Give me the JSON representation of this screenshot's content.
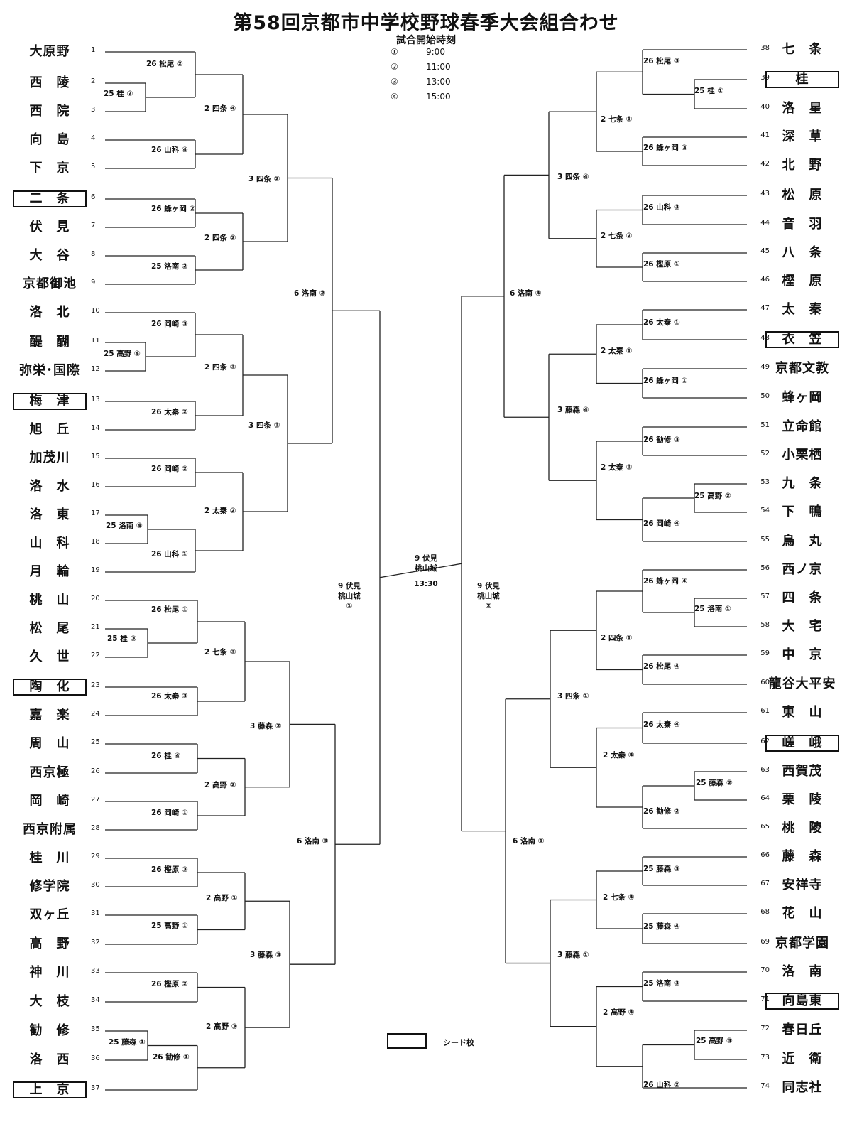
{
  "title": "第58回京都市中学校野球春季大会組合わせ",
  "subtitle": "試合開始時刻",
  "schedule": [
    {
      "mark": "①",
      "time": "9:00"
    },
    {
      "mark": "②",
      "time": "11:00"
    },
    {
      "mark": "③",
      "time": "13:00"
    },
    {
      "mark": "④",
      "time": "15:00"
    }
  ],
  "legend": {
    "label": "シード校"
  },
  "teams": [
    {
      "num": "1",
      "name": "大原野"
    },
    {
      "num": "2",
      "name": "西　陵"
    },
    {
      "num": "3",
      "name": "西　院"
    },
    {
      "num": "4",
      "name": "向　島"
    },
    {
      "num": "5",
      "name": "下　京"
    },
    {
      "num": "6",
      "name": "二　条",
      "seed": true
    },
    {
      "num": "7",
      "name": "伏　見"
    },
    {
      "num": "8",
      "name": "大　谷"
    },
    {
      "num": "9",
      "name": "京都御池"
    },
    {
      "num": "10",
      "name": "洛　北"
    },
    {
      "num": "11",
      "name": "醍　醐"
    },
    {
      "num": "12",
      "name": "弥栄･国際"
    },
    {
      "num": "13",
      "name": "梅　津",
      "seed": true
    },
    {
      "num": "14",
      "name": "旭　丘"
    },
    {
      "num": "15",
      "name": "加茂川"
    },
    {
      "num": "16",
      "name": "洛　水"
    },
    {
      "num": "17",
      "name": "洛　東"
    },
    {
      "num": "18",
      "name": "山　科"
    },
    {
      "num": "19",
      "name": "月　輪"
    },
    {
      "num": "20",
      "name": "桃　山"
    },
    {
      "num": "21",
      "name": "松　尾"
    },
    {
      "num": "22",
      "name": "久　世"
    },
    {
      "num": "23",
      "name": "陶　化",
      "seed": true
    },
    {
      "num": "24",
      "name": "嘉　楽"
    },
    {
      "num": "25",
      "name": "周　山"
    },
    {
      "num": "26",
      "name": "西京極"
    },
    {
      "num": "27",
      "name": "岡　崎"
    },
    {
      "num": "28",
      "name": "西京附属"
    },
    {
      "num": "29",
      "name": "桂　川"
    },
    {
      "num": "30",
      "name": "修学院"
    },
    {
      "num": "31",
      "name": "双ヶ丘"
    },
    {
      "num": "32",
      "name": "高　野"
    },
    {
      "num": "33",
      "name": "神　川"
    },
    {
      "num": "34",
      "name": "大　枝"
    },
    {
      "num": "35",
      "name": "勧　修"
    },
    {
      "num": "36",
      "name": "洛　西"
    },
    {
      "num": "37",
      "name": "上　京",
      "seed": true
    },
    {
      "num": "38",
      "name": "七　条"
    },
    {
      "num": "39",
      "name": "桂",
      "seed": true
    },
    {
      "num": "40",
      "name": "洛　星"
    },
    {
      "num": "41",
      "name": "深　草"
    },
    {
      "num": "42",
      "name": "北　野"
    },
    {
      "num": "43",
      "name": "松　原"
    },
    {
      "num": "44",
      "name": "音　羽"
    },
    {
      "num": "45",
      "name": "八　条"
    },
    {
      "num": "46",
      "name": "樫　原"
    },
    {
      "num": "47",
      "name": "太　秦"
    },
    {
      "num": "48",
      "name": "衣　笠",
      "seed": true
    },
    {
      "num": "49",
      "name": "京都文教"
    },
    {
      "num": "50",
      "name": "蜂ヶ岡"
    },
    {
      "num": "51",
      "name": "立命館"
    },
    {
      "num": "52",
      "name": "小栗栖"
    },
    {
      "num": "53",
      "name": "九　条"
    },
    {
      "num": "54",
      "name": "下　鴨"
    },
    {
      "num": "55",
      "name": "烏　丸"
    },
    {
      "num": "56",
      "name": "西ノ京"
    },
    {
      "num": "57",
      "name": "四　条"
    },
    {
      "num": "58",
      "name": "大　宅"
    },
    {
      "num": "59",
      "name": "中　京"
    },
    {
      "num": "60",
      "name": "龍谷大平安"
    },
    {
      "num": "61",
      "name": "東　山"
    },
    {
      "num": "62",
      "name": "嵯　峨",
      "seed": true
    },
    {
      "num": "63",
      "name": "西賀茂"
    },
    {
      "num": "64",
      "name": "栗　陵"
    },
    {
      "num": "65",
      "name": "桃　陵"
    },
    {
      "num": "66",
      "name": "藤　森"
    },
    {
      "num": "67",
      "name": "安祥寺"
    },
    {
      "num": "68",
      "name": "花　山"
    },
    {
      "num": "69",
      "name": "京都学園"
    },
    {
      "num": "70",
      "name": "洛　南"
    },
    {
      "num": "71",
      "name": "向島東",
      "seed": true
    },
    {
      "num": "72",
      "name": "春日丘"
    },
    {
      "num": "73",
      "name": "近　衛"
    },
    {
      "num": "74",
      "name": "同志社"
    }
  ],
  "matches": [
    {
      "text": "26 松尾 ②"
    },
    {
      "text": "25 桂 ②"
    },
    {
      "text": "2 四条 ④"
    },
    {
      "text": "26 山科 ④"
    },
    {
      "text": "3 四条 ②"
    },
    {
      "text": "26 蜂ヶ岡 ②"
    },
    {
      "text": "2 四条 ②"
    },
    {
      "text": "25 洛南 ②"
    },
    {
      "text": "6 洛南 ②"
    },
    {
      "text": "26 岡崎 ③"
    },
    {
      "text": "25 高野 ④"
    },
    {
      "text": "2 四条 ③"
    },
    {
      "text": "26 太秦 ②"
    },
    {
      "text": "3 四条 ③"
    },
    {
      "text": "26 岡崎 ②"
    },
    {
      "text": "2 太秦 ②"
    },
    {
      "text": "25 洛南 ④"
    },
    {
      "text": "26 山科 ①"
    },
    {
      "text": "26 松尾 ①"
    },
    {
      "text": "25 桂 ③"
    },
    {
      "text": "2 七条 ③"
    },
    {
      "text": "26 太秦 ③"
    },
    {
      "text": "3 藤森 ②"
    },
    {
      "text": "26 桂 ④"
    },
    {
      "text": "2 高野 ②"
    },
    {
      "text": "26 岡崎 ①"
    },
    {
      "text": "6 洛南 ③"
    },
    {
      "text": "26 樫原 ③"
    },
    {
      "text": "2 高野 ①"
    },
    {
      "text": "25 高野 ①"
    },
    {
      "text": "3 藤森 ③"
    },
    {
      "text": "26 樫原 ②"
    },
    {
      "text": "2 高野 ③"
    },
    {
      "text": "25 藤森 ①"
    },
    {
      "text": "26 勧修 ①"
    },
    {
      "text": "26 松尾 ③"
    },
    {
      "text": "25 桂 ①"
    },
    {
      "text": "2 七条 ①"
    },
    {
      "text": "26 蜂ヶ岡 ③"
    },
    {
      "text": "3 四条 ④"
    },
    {
      "text": "26 山科 ③"
    },
    {
      "text": "2 七条 ②"
    },
    {
      "text": "26 樫原 ①"
    },
    {
      "text": "6 洛南 ④"
    },
    {
      "text": "26 太秦 ①"
    },
    {
      "text": "2 太秦 ①"
    },
    {
      "text": "26 蜂ヶ岡 ①"
    },
    {
      "text": "3 藤森 ④"
    },
    {
      "text": "26 勧修 ③"
    },
    {
      "text": "2 太秦 ③"
    },
    {
      "text": "25 高野 ②"
    },
    {
      "text": "26 岡崎 ④"
    },
    {
      "text": "26 蜂ヶ岡 ④"
    },
    {
      "text": "25 洛南 ①"
    },
    {
      "text": "2 四条 ①"
    },
    {
      "text": "26 松尾 ④"
    },
    {
      "text": "3 四条 ①"
    },
    {
      "text": "26 太秦 ④"
    },
    {
      "text": "2 太秦 ④"
    },
    {
      "text": "25 藤森 ②"
    },
    {
      "text": "26 勧修 ②"
    },
    {
      "text": "6 洛南 ①"
    },
    {
      "text": "25 藤森 ③"
    },
    {
      "text": "2 七条 ④"
    },
    {
      "text": "25 藤森 ④"
    },
    {
      "text": "3 藤森 ①"
    },
    {
      "text": "25 洛南 ③"
    },
    {
      "text": "2 高野 ④"
    },
    {
      "text": "25 高野 ③"
    },
    {
      "text": "26 山科 ②"
    }
  ],
  "semifinals": {
    "left": {
      "line1": "9 伏見",
      "line2": "桃山城",
      "line3": "①"
    },
    "right": {
      "line1": "9 伏見",
      "line2": "桃山城",
      "line3": "②"
    }
  },
  "final": {
    "line1": "9 伏見",
    "line2": "桃山城",
    "line3": "13:30"
  }
}
